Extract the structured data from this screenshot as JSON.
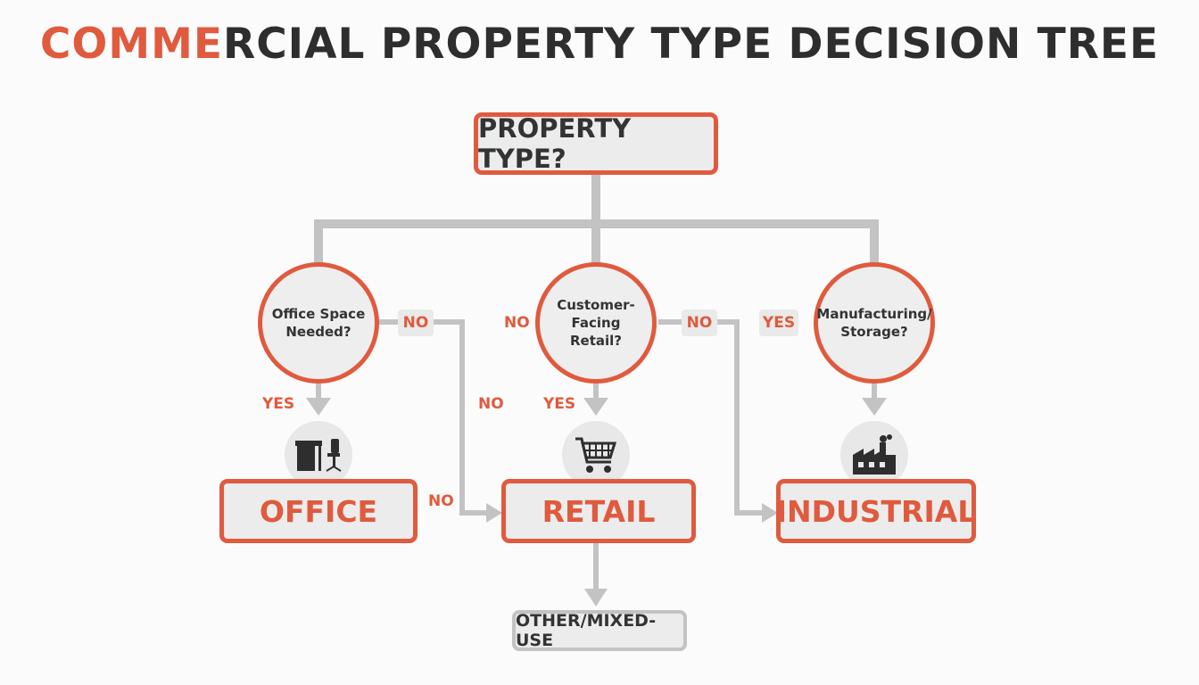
{
  "title": {
    "accent": "COMME",
    "rest": "RCIAL PROPERTY TYPE DECISION TREE"
  },
  "root": {
    "label": "PROPERTY TYPE?"
  },
  "decisions": {
    "office": {
      "label": "Office Space\nNeeded?"
    },
    "retail": {
      "label": "Customer-Facing\nRetail?"
    },
    "industrial": {
      "label": "Manufacturing/\nStorage?"
    }
  },
  "results": {
    "office": "OFFICE",
    "retail": "RETAIL",
    "industrial": "INDUSTRIAL",
    "other": "OTHER/MIXED-USE"
  },
  "branch_labels": {
    "yes": "YES",
    "no": "NO"
  },
  "icons": {
    "office": "desk-chair-icon",
    "retail": "shopping-cart-icon",
    "industrial": "factory-icon"
  },
  "colors": {
    "accent": "#e05a3e",
    "connector": "#c3c3c3",
    "text": "#2e2e2e",
    "box_fill": "#ececec"
  }
}
